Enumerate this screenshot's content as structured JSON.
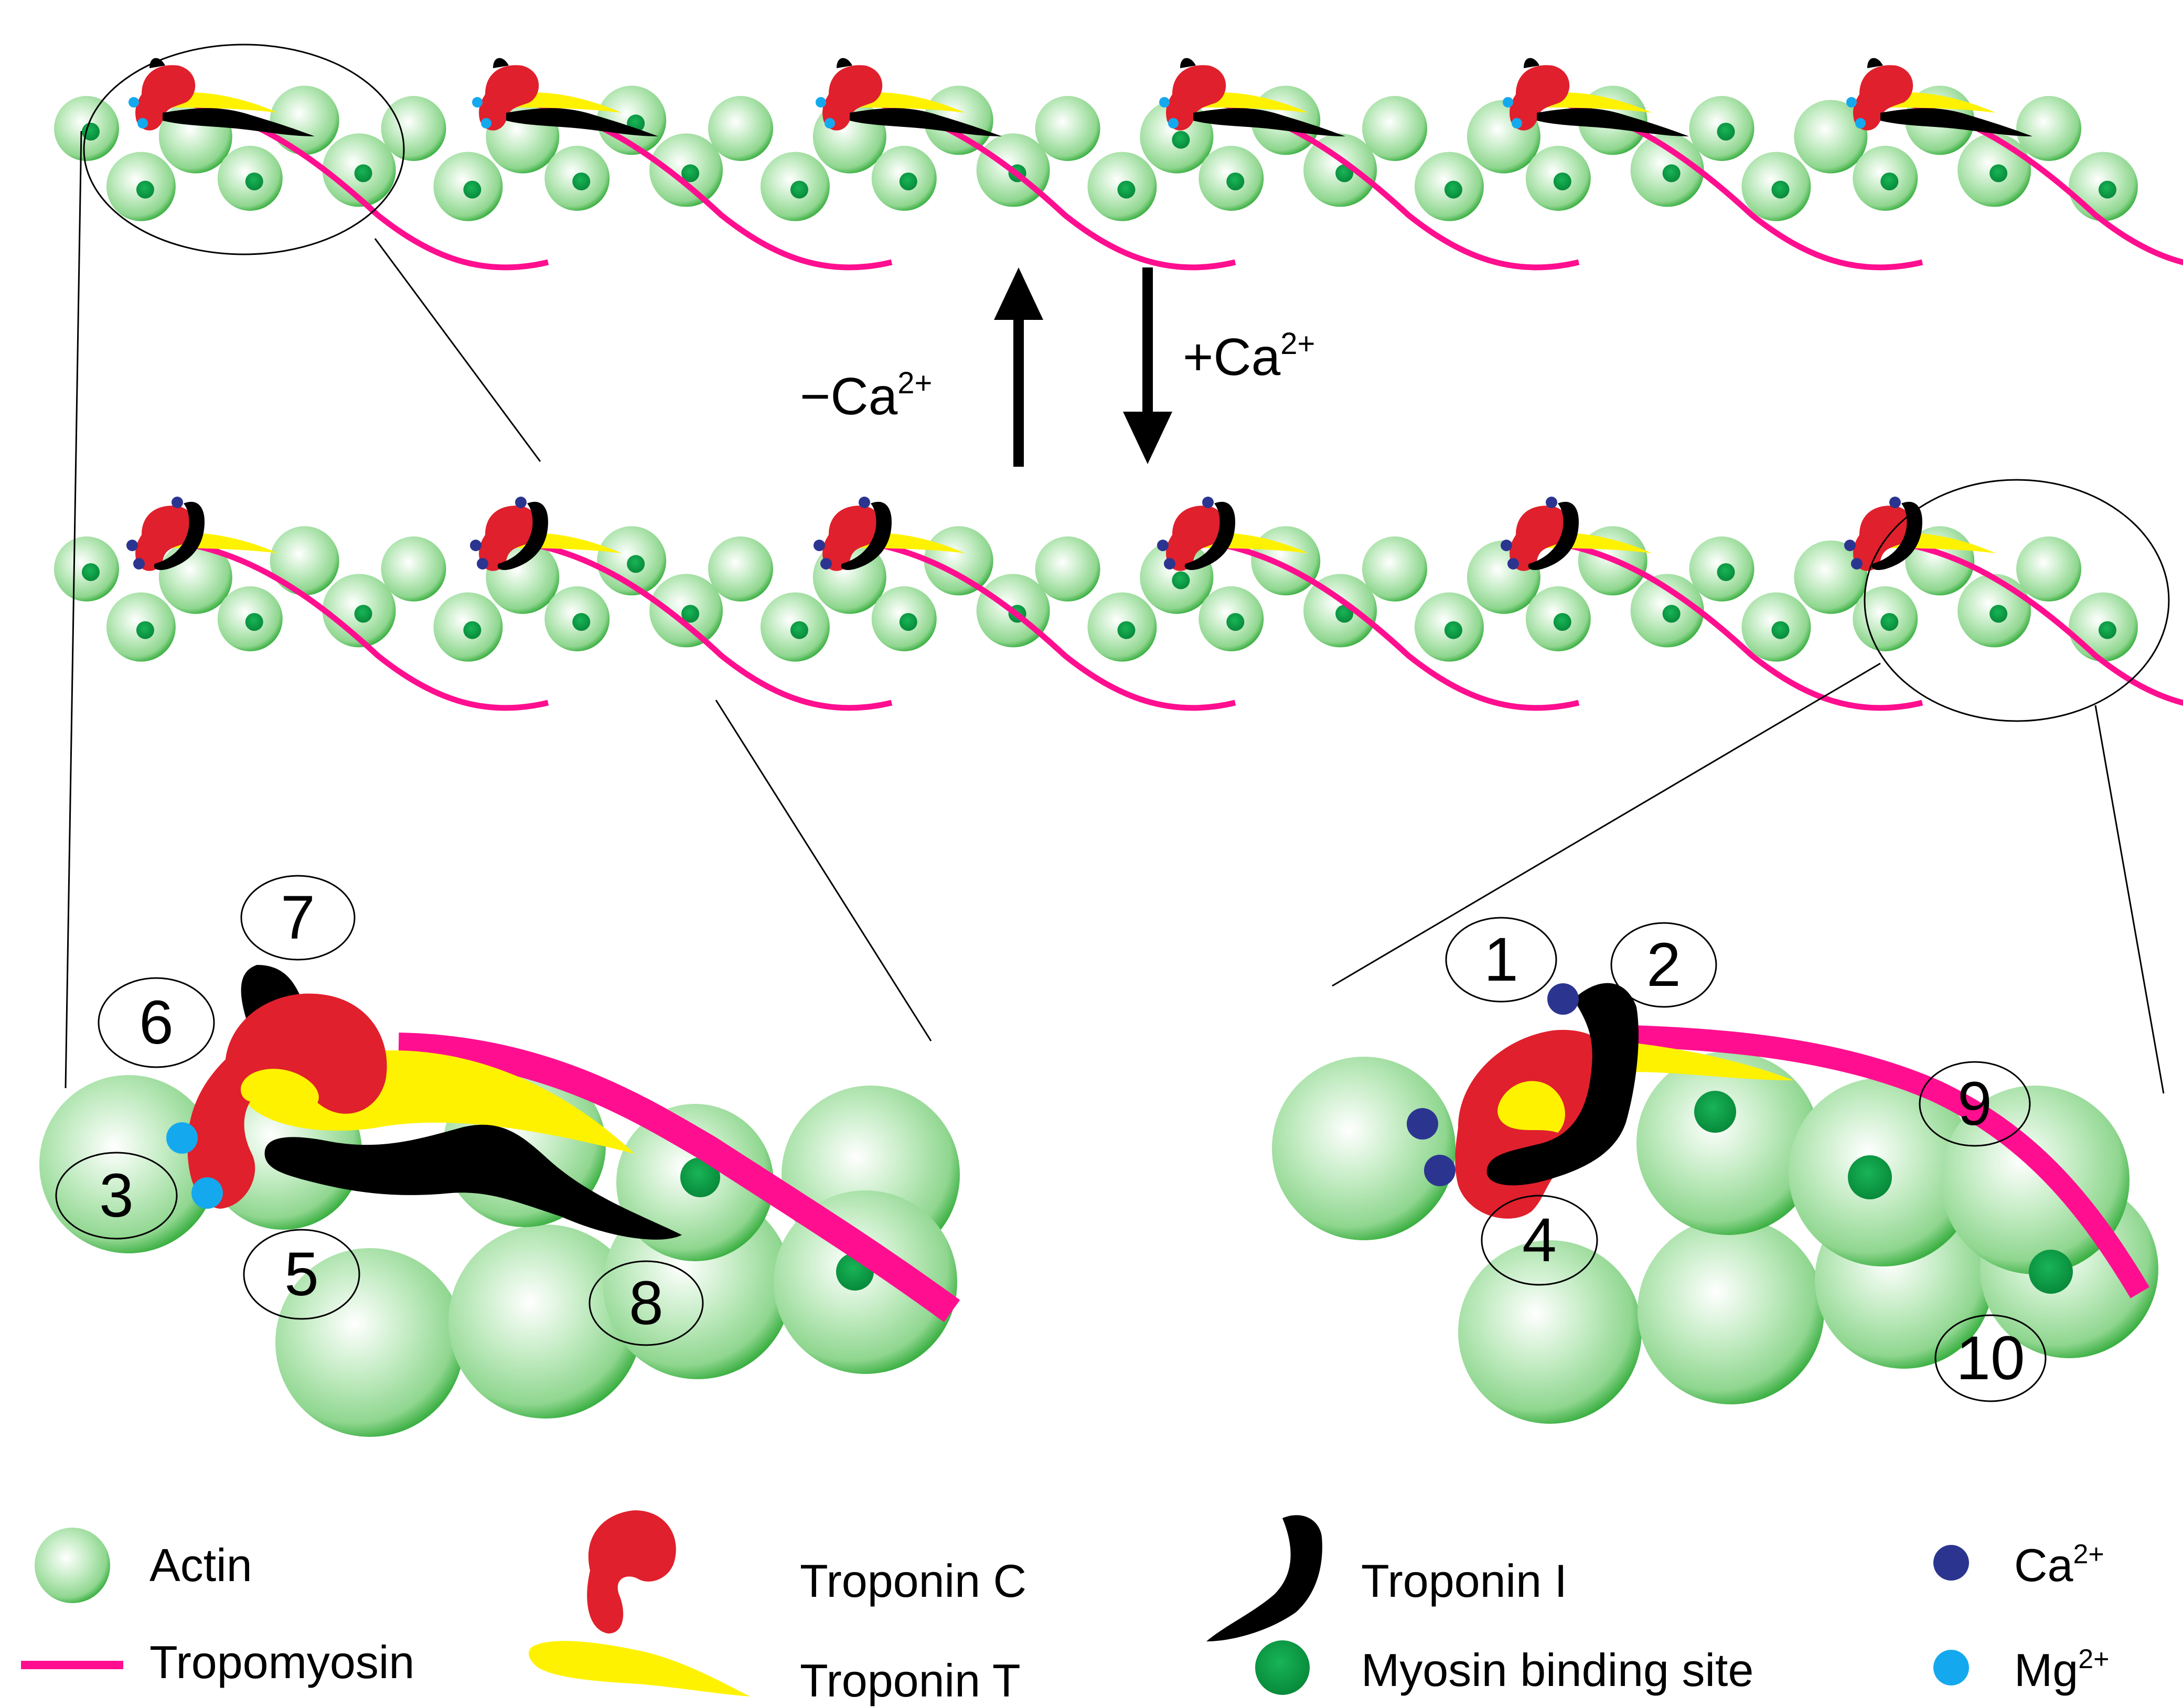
{
  "arrows": {
    "release_label": "−Ca",
    "release_sup": "2+",
    "bind_label": "+Ca",
    "bind_sup": "2+"
  },
  "callouts": [
    "1",
    "2",
    "3",
    "4",
    "5",
    "6",
    "7",
    "8",
    "9",
    "10"
  ],
  "legend": {
    "actin": "Actin",
    "tropomyosin": "Tropomyosin",
    "troponin_c": "Troponin C",
    "troponin_t": "Troponin T",
    "troponin_i": "Troponin I",
    "myosin_site": "Myosin binding site",
    "ca_label": "Ca",
    "ca_sup": "2+",
    "mg_label": "Mg",
    "mg_sup": "2+"
  },
  "colors": {
    "actin_light": "#e6f7e6",
    "actin_mid": "#9fdc9f",
    "actin_edge": "#3cb043",
    "myosin_site": "#0a9e44",
    "tropomyosin": "#ff0f8f",
    "troponin_c": "#e0202c",
    "troponin_t": "#fff200",
    "troponin_i": "#000000",
    "calcium": "#2b3590",
    "magnesium": "#14a9ee"
  }
}
